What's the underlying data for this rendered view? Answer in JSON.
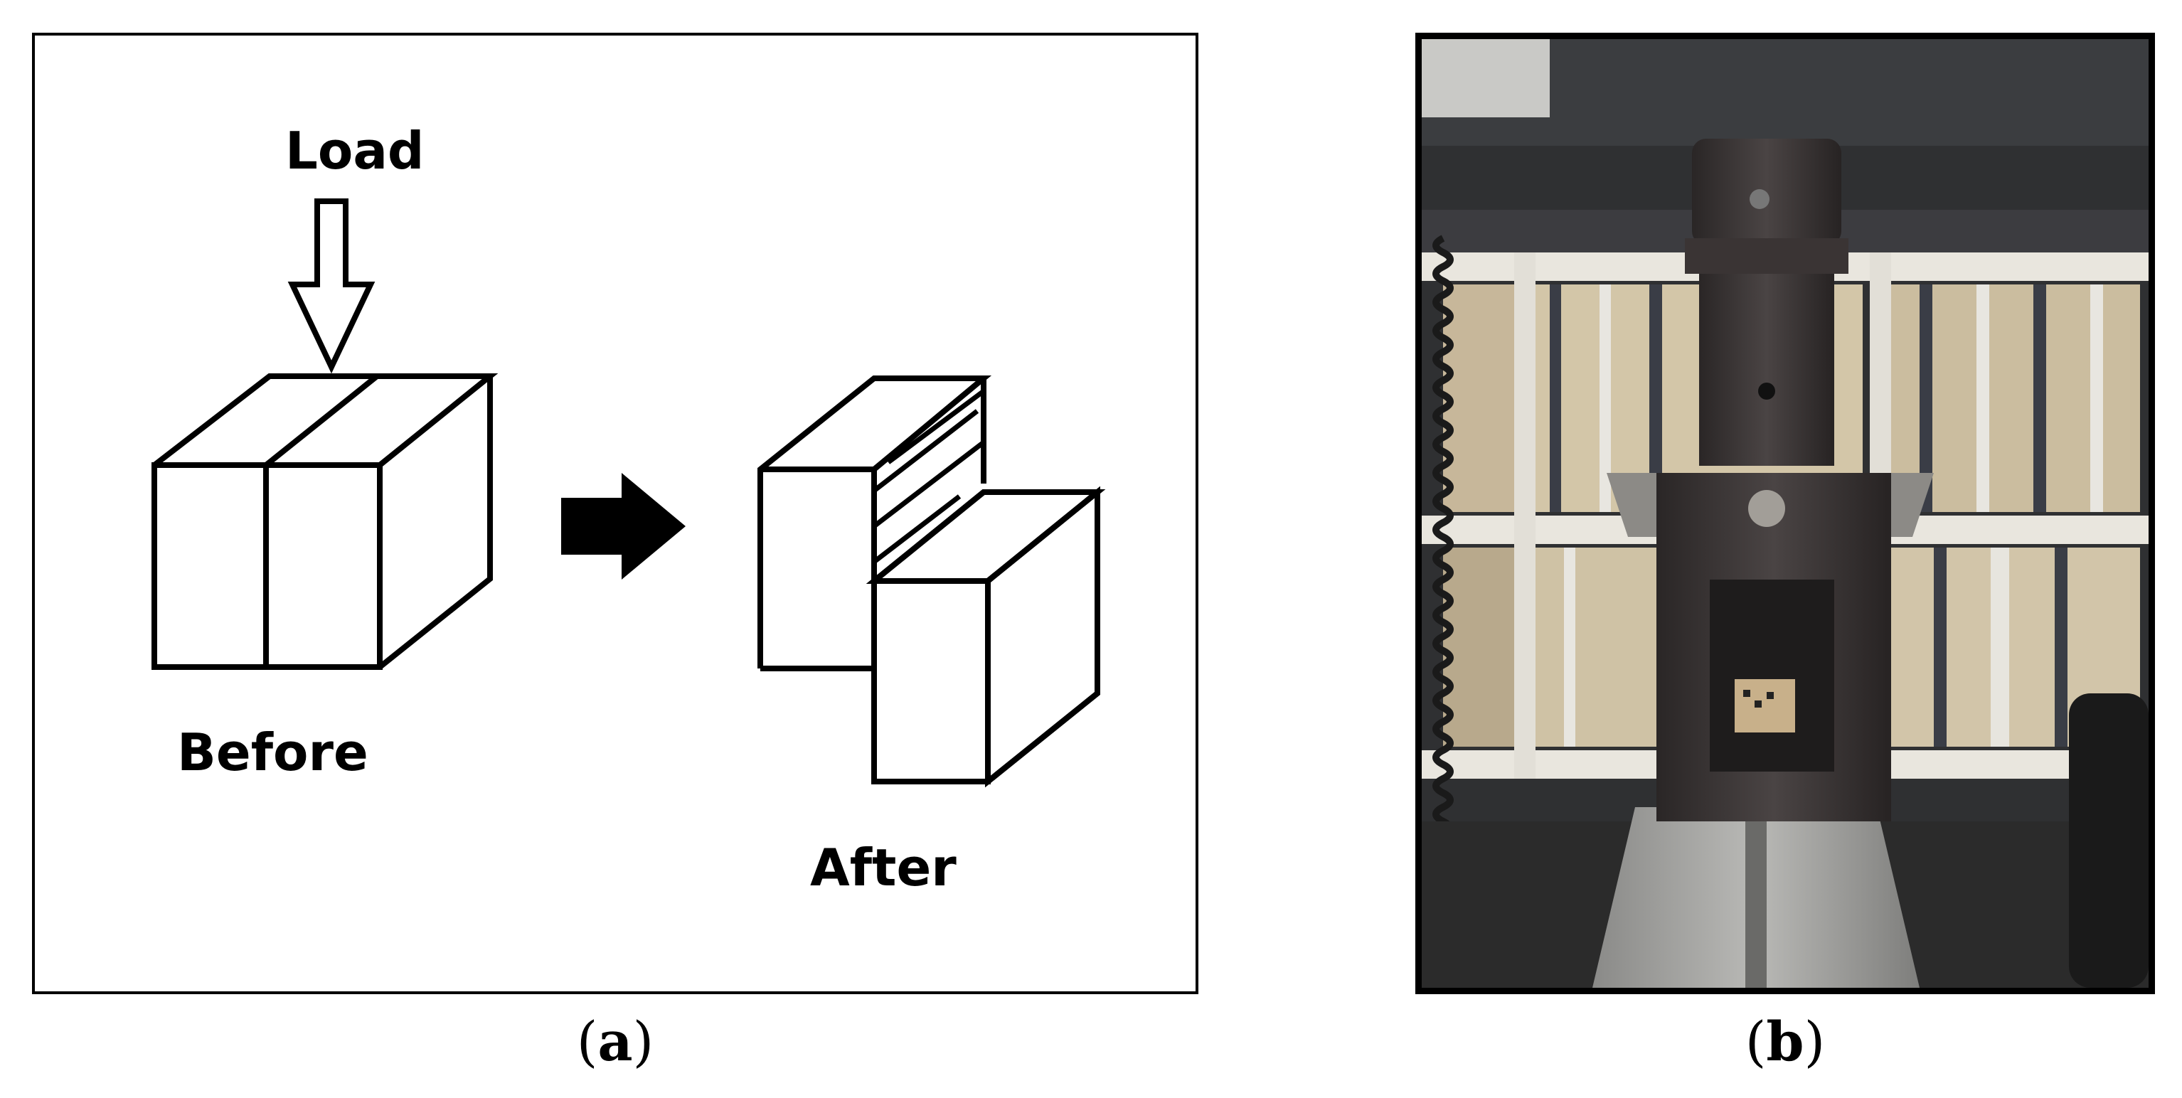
{
  "panel_a": {
    "load_label": "Load",
    "before_label": "Before",
    "after_label": "After",
    "caption_letter": "a"
  },
  "panel_b": {
    "caption_letter": "b"
  }
}
